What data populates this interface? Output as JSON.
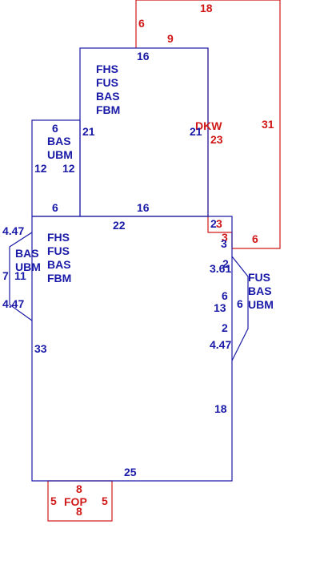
{
  "colors": {
    "main": "#1a1aa8",
    "accent": "#d01818",
    "background": "#ffffff"
  },
  "areas": {
    "upper_block": {
      "codes": [
        "FHS",
        "FUS",
        "BAS",
        "FBM"
      ]
    },
    "left_small": {
      "codes": [
        "BAS",
        "UBM"
      ]
    },
    "main_block": {
      "codes": [
        "FHS",
        "FUS",
        "BAS",
        "FBM"
      ]
    },
    "left_bay": {
      "codes": [
        "BAS",
        "UBM"
      ]
    },
    "right_bay": {
      "codes": [
        "FUS",
        "BAS",
        "UBM"
      ]
    },
    "deck": {
      "code": "DKW"
    },
    "porch": {
      "code": "FOP"
    }
  },
  "dimensions": {
    "deck_top": "18",
    "deck_left_upper": "6",
    "deck_step": "9",
    "deck_right": "31",
    "deck_left_lower": "23",
    "deck_bottom": "6",
    "deck_notch_a": "3",
    "deck_notch_b": "3",
    "upper_top": "16",
    "upper_right": "21",
    "upper_left": "21",
    "upper_bottom": "16",
    "left_small_top": "6",
    "left_small_left": "12",
    "left_small_right": "12",
    "left_small_bottom": "6",
    "main_top": "22",
    "main_left": "33",
    "main_bottom": "25",
    "main_right_lower": "18",
    "main_right_a": "2",
    "main_right_b": "3",
    "main_right_c": "2",
    "main_right_d": "3.61",
    "main_right_e": "6",
    "main_right_f": "13",
    "main_right_g": "2",
    "main_right_h": "4.47",
    "left_bay_upper": "4.47",
    "left_bay_depth": "7",
    "left_bay_face": "11",
    "left_bay_lower": "4.47",
    "right_bay_depth": "6",
    "porch_top": "8",
    "porch_left": "5",
    "porch_right": "5",
    "porch_bottom": "8"
  }
}
